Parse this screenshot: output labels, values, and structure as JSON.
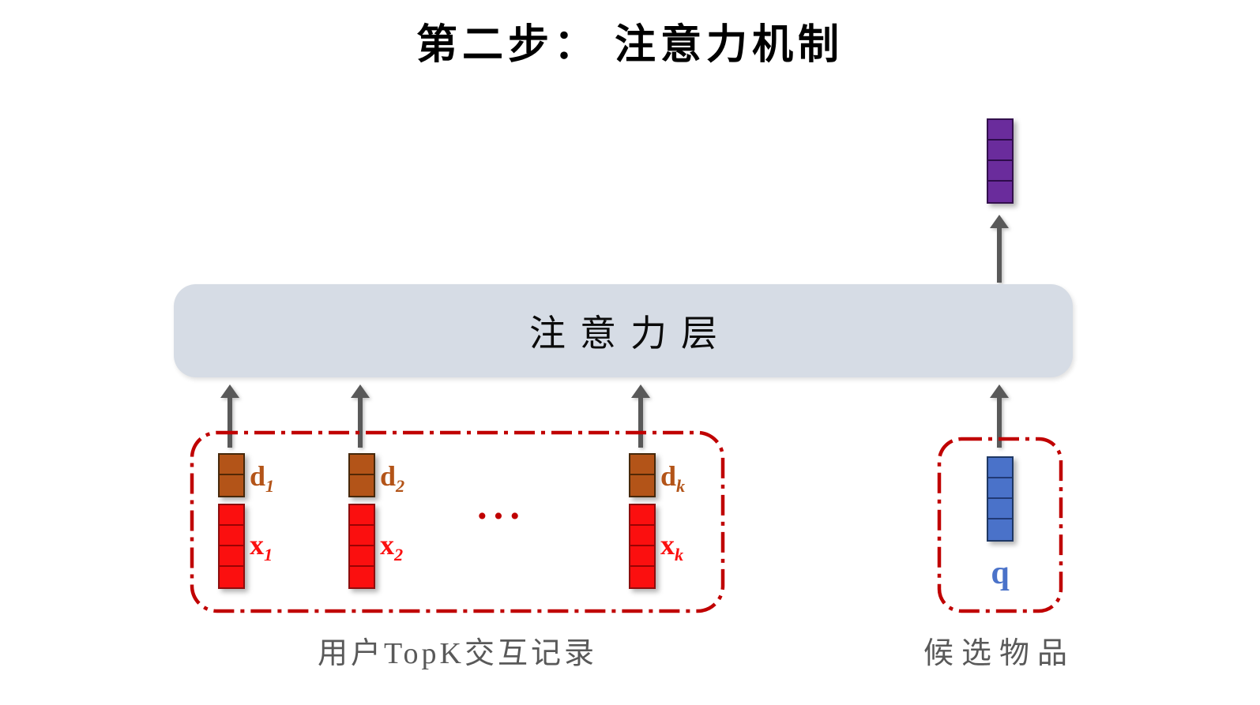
{
  "title": "第二步： 注意力机制",
  "attention_layer": {
    "label": "注意力层"
  },
  "user_group": {
    "caption": "用户TopK交互记录",
    "ellipsis": "···",
    "stacks": [
      {
        "d_base": "d",
        "d_sub": "1",
        "x_base": "x",
        "x_sub": "1"
      },
      {
        "d_base": "d",
        "d_sub": "2",
        "x_base": "x",
        "x_sub": "2"
      },
      {
        "d_base": "d",
        "d_sub": "k",
        "x_base": "x",
        "x_sub": "k"
      }
    ]
  },
  "candidate_group": {
    "caption": "候选物品",
    "q_label": "q"
  },
  "colors": {
    "d_vector": "#b35418",
    "x_vector": "#fb0f0f",
    "q_vector": "#4a72c9",
    "output_vector": "#6a2c9c",
    "attention_bg": "#d6dce5",
    "box_border": "#c00000",
    "arrow": "#595959",
    "caption": "#595959"
  }
}
